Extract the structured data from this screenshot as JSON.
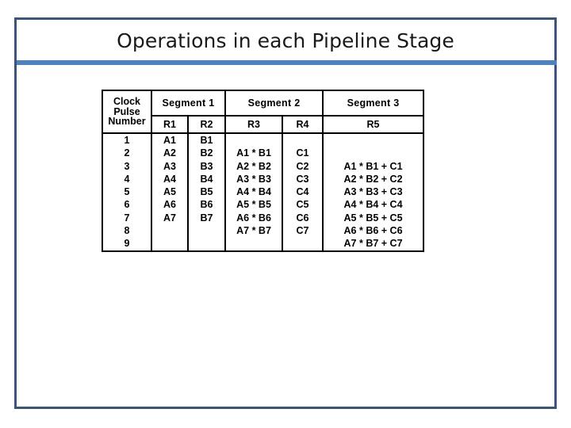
{
  "slide": {
    "title": "Operations in each Pipeline Stage",
    "accent_color": "#4f81bd",
    "frame_color": "#3a5575",
    "background_color": "#ffffff",
    "text_color": "#1a1a1a"
  },
  "table": {
    "group_headers": {
      "clock": [
        "Clock",
        "Pulse",
        "Number"
      ],
      "segment1": "Segment 1",
      "segment2": "Segment 2",
      "segment3": "Segment 3"
    },
    "register_headers": {
      "r1": "R1",
      "r2": "R2",
      "r3": "R3",
      "r4": "R4",
      "r5": "R5"
    },
    "rows": [
      {
        "clock": "1",
        "r1": "A1",
        "r2": "B1",
        "r3": "",
        "r4": "",
        "r5": ""
      },
      {
        "clock": "2",
        "r1": "A2",
        "r2": "B2",
        "r3": "A1 * B1",
        "r4": "C1",
        "r5": ""
      },
      {
        "clock": "3",
        "r1": "A3",
        "r2": "B3",
        "r3": "A2 * B2",
        "r4": "C2",
        "r5": "A1 * B1 + C1"
      },
      {
        "clock": "4",
        "r1": "A4",
        "r2": "B4",
        "r3": "A3 * B3",
        "r4": "C3",
        "r5": "A2 * B2 + C2"
      },
      {
        "clock": "5",
        "r1": "A5",
        "r2": "B5",
        "r3": "A4 * B4",
        "r4": "C4",
        "r5": "A3 * B3 + C3"
      },
      {
        "clock": "6",
        "r1": "A6",
        "r2": "B6",
        "r3": "A5 * B5",
        "r4": "C5",
        "r5": "A4 * B4 + C4"
      },
      {
        "clock": "7",
        "r1": "A7",
        "r2": "B7",
        "r3": "A6 * B6",
        "r4": "C6",
        "r5": "A5 * B5 + C5"
      },
      {
        "clock": "8",
        "r1": "",
        "r2": "",
        "r3": "A7 * B7",
        "r4": "C7",
        "r5": "A6 * B6 + C6"
      },
      {
        "clock": "9",
        "r1": "",
        "r2": "",
        "r3": "",
        "r4": "",
        "r5": "A7 * B7 + C7"
      }
    ]
  }
}
